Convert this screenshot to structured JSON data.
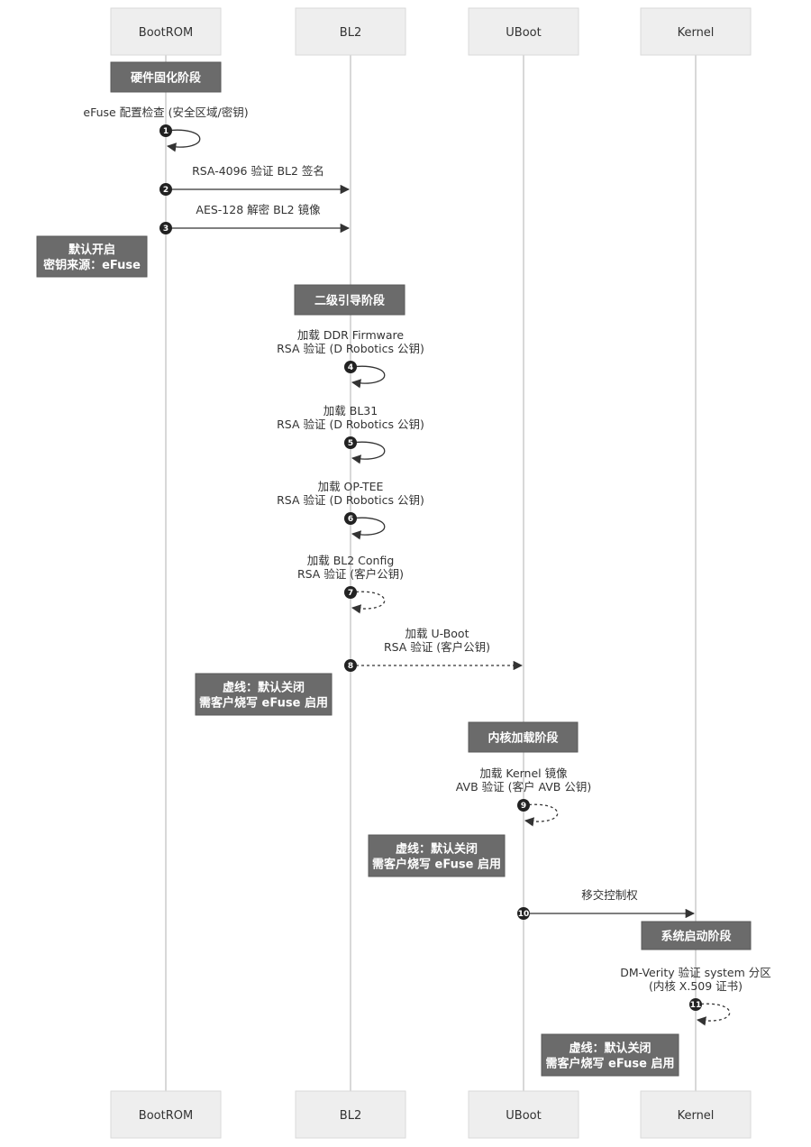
{
  "actors": [
    {
      "id": "bootrom",
      "label": "BootROM"
    },
    {
      "id": "bl2",
      "label": "BL2"
    },
    {
      "id": "uboot",
      "label": "UBoot"
    },
    {
      "id": "kernel",
      "label": "Kernel"
    }
  ],
  "notes": [
    {
      "id": "stage1",
      "lines": [
        "硬件固化阶段"
      ]
    },
    {
      "id": "bootrom-default",
      "lines": [
        "默认开启",
        "密钥来源：eFuse"
      ]
    },
    {
      "id": "stage2",
      "lines": [
        "二级引导阶段"
      ]
    },
    {
      "id": "dashed-note-1",
      "lines": [
        "虚线：默认关闭",
        "需客户烧写 eFuse 启用"
      ]
    },
    {
      "id": "stage3",
      "lines": [
        "内核加载阶段"
      ]
    },
    {
      "id": "dashed-note-2",
      "lines": [
        "虚线：默认关闭",
        "需客户烧写 eFuse 启用"
      ]
    },
    {
      "id": "stage4",
      "lines": [
        "系统启动阶段"
      ]
    },
    {
      "id": "dashed-note-3",
      "lines": [
        "虚线：默认关闭",
        "需客户烧写 eFuse 启用"
      ]
    }
  ],
  "messages": [
    {
      "num": "1",
      "from": "bootrom",
      "to": "bootrom",
      "dashed": false,
      "lines": [
        "eFuse 配置检查 (安全区域/密钥)"
      ]
    },
    {
      "num": "2",
      "from": "bootrom",
      "to": "bl2",
      "dashed": false,
      "lines": [
        "RSA-4096 验证 BL2 签名"
      ]
    },
    {
      "num": "3",
      "from": "bootrom",
      "to": "bl2",
      "dashed": false,
      "lines": [
        "AES-128 解密 BL2 镜像"
      ]
    },
    {
      "num": "4",
      "from": "bl2",
      "to": "bl2",
      "dashed": false,
      "lines": [
        "加载 DDR Firmware",
        "RSA 验证 (D Robotics 公钥)"
      ]
    },
    {
      "num": "5",
      "from": "bl2",
      "to": "bl2",
      "dashed": false,
      "lines": [
        "加载 BL31",
        "RSA 验证 (D Robotics 公钥)"
      ]
    },
    {
      "num": "6",
      "from": "bl2",
      "to": "bl2",
      "dashed": false,
      "lines": [
        "加载 OP-TEE",
        "RSA 验证 (D Robotics 公钥)"
      ]
    },
    {
      "num": "7",
      "from": "bl2",
      "to": "bl2",
      "dashed": true,
      "lines": [
        "加载 BL2 Config",
        "RSA 验证 (客户公钥)"
      ]
    },
    {
      "num": "8",
      "from": "bl2",
      "to": "uboot",
      "dashed": true,
      "lines": [
        "加载 U-Boot",
        "RSA 验证 (客户公钥)"
      ]
    },
    {
      "num": "9",
      "from": "uboot",
      "to": "uboot",
      "dashed": true,
      "lines": [
        "加载 Kernel 镜像",
        "AVB 验证 (客户 AVB 公钥)"
      ]
    },
    {
      "num": "10",
      "from": "uboot",
      "to": "kernel",
      "dashed": false,
      "lines": [
        "移交控制权"
      ]
    },
    {
      "num": "11",
      "from": "kernel",
      "to": "kernel",
      "dashed": true,
      "lines": [
        "DM-Verity 验证 system 分区",
        "(内核 X.509 证书)"
      ]
    }
  ]
}
